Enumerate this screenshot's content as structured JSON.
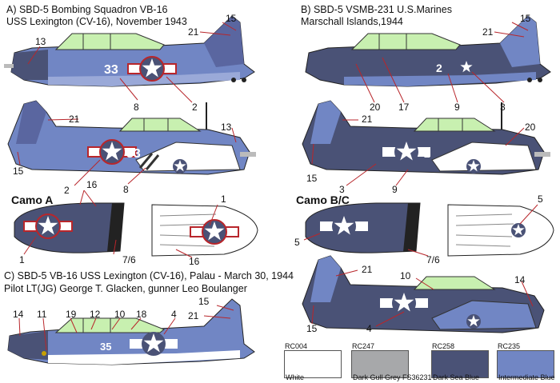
{
  "captions": {
    "a_line1": "A) SBD-5 Bombing Squadron VB-16",
    "a_line2": "USS Lexington (CV-16), November 1943",
    "b_line1": "B) SBD-5 VSMB-231 U.S.Marines",
    "b_line2": "Marschall Islands,1944",
    "c_line1": "C) SBD-5 VB-16 USS Lexington (CV-16), Palau - March 30, 1944",
    "c_line2": "Pilot LT(JG) George T. Glacken, gunner Leo Boulanger"
  },
  "camo_labels": {
    "a": "Camo A",
    "bc": "Camo B/C"
  },
  "aircraft_codes": {
    "a_top": "33",
    "a_side": "33",
    "b_top": "2",
    "b_side": "2",
    "c": "35"
  },
  "callouts": {
    "a1": {
      "c15": "15",
      "c21": "21",
      "c13": "13",
      "c8": "8",
      "c2": "2"
    },
    "a2": {
      "c21": "21",
      "c13": "13",
      "c15": "15",
      "c2": "2",
      "c8": "8"
    },
    "camoA": {
      "c16": "16",
      "c1": "1",
      "c1b": "1",
      "c76": "7/6",
      "c16b": "16"
    },
    "b1": {
      "c15": "15",
      "c21": "21",
      "c20": "20",
      "c17": "17",
      "c9": "9",
      "c3": "3"
    },
    "b2": {
      "c21": "21",
      "c20": "20",
      "c15": "15",
      "c3": "3",
      "c9": "9"
    },
    "camoBC": {
      "c5": "5",
      "c5b": "5",
      "c76": "7/6"
    },
    "bc3": {
      "c21": "21",
      "c10": "10",
      "c14": "14",
      "c15": "15",
      "c4": "4"
    },
    "c": {
      "c15": "15",
      "c21": "21",
      "c14": "14",
      "c11": "11",
      "c19": "19",
      "c12": "12",
      "c10": "10",
      "c18": "18",
      "c4": "4"
    }
  },
  "swatches": [
    {
      "code": "RC004",
      "name": "White",
      "color": "#ffffff"
    },
    {
      "code": "RC247",
      "name": "Dark Gull Grey FS36231",
      "color": "#a7a8aa"
    },
    {
      "code": "RC258",
      "name": "Dark Sea Blue",
      "color": "#4a5276"
    },
    {
      "code": "RC235",
      "name": "Intermediate Blue",
      "color": "#7186c4"
    }
  ],
  "colors": {
    "dark_sea_blue": "#4a5276",
    "intermediate_blue": "#7186c4",
    "light_blue": "#9aa9d8",
    "canopy": "#c8f0b0",
    "insignia_red": "#b8262b",
    "white": "#ffffff"
  }
}
